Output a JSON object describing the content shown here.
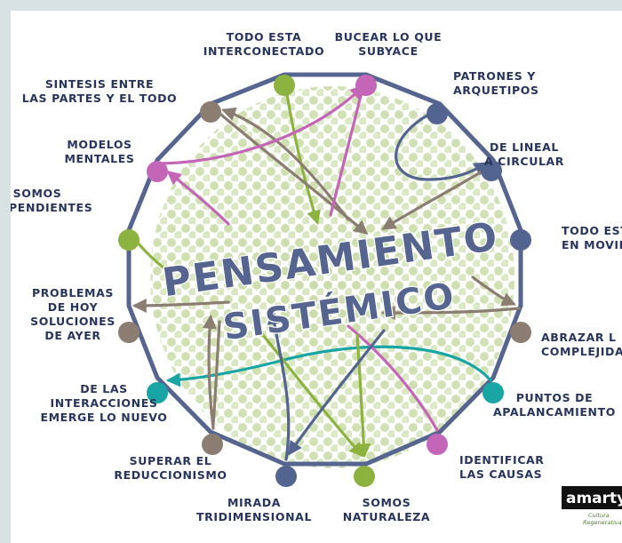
{
  "title": {
    "line1": "PENSAMIENTO",
    "line2": "SISTÉMICO"
  },
  "nodes": [
    {
      "id": "todo-esta-interconectado",
      "lines": [
        "TODO ESTA",
        "INTERCONECTADO"
      ],
      "color": "#8cb33f"
    },
    {
      "id": "bucear-lo-que-subyace",
      "lines": [
        "BUCEAR LO QUE",
        "SUBYACE"
      ],
      "color": "#c565b7"
    },
    {
      "id": "patrones-y-arquetipos",
      "lines": [
        "PATRONES Y",
        "ARQUETIPOS"
      ],
      "color": "#536490"
    },
    {
      "id": "de-lineal-a-circular",
      "lines": [
        "DE LINEAL",
        "A CIRCULAR"
      ],
      "color": "#536490"
    },
    {
      "id": "todo-esta-en-movimiento",
      "lines": [
        "TODO EST",
        "EN MOVIMIE"
      ],
      "color": "#536490"
    },
    {
      "id": "abrazar-la-complejidad",
      "lines": [
        "ABRAZAR L",
        "COMPLEJIDA"
      ],
      "color": "#8b7d72"
    },
    {
      "id": "puntos-de-apalancamiento",
      "lines": [
        "PUNTOS DE",
        "APALANCAMIENTO"
      ],
      "color": "#1aa5a5"
    },
    {
      "id": "identificar-las-causas",
      "lines": [
        "IDENTIFICAR",
        "LAS CAUSAS"
      ],
      "color": "#c565b7"
    },
    {
      "id": "somos-naturaleza",
      "lines": [
        "SOMOS",
        "NATURALEZA"
      ],
      "color": "#8cb33f"
    },
    {
      "id": "mirada-tridimensional",
      "lines": [
        "MIRADA",
        "TRIDIMENSIONAL"
      ],
      "color": "#536490"
    },
    {
      "id": "superar-el-reduccionismo",
      "lines": [
        "SUPERAR EL",
        "REDUCCIONISMO"
      ],
      "color": "#8b7d72"
    },
    {
      "id": "de-las-interacciones",
      "lines": [
        "DE LAS",
        "INTERACCIONES",
        "EMERGE LO NUEVO"
      ],
      "color": "#1aa5a5"
    },
    {
      "id": "problemas-de-hoy",
      "lines": [
        "PROBLEMAS",
        "DE HOY",
        "SOLUCIONES",
        "DE AYER"
      ],
      "color": "#8b7d72"
    },
    {
      "id": "somos-interdependientes",
      "lines": [
        "SOMOS",
        "RDEPENDIENTES"
      ],
      "color": "#8cb33f"
    },
    {
      "id": "modelos-mentales",
      "lines": [
        "MODELOS",
        "MENTALES"
      ],
      "color": "#c565b7"
    },
    {
      "id": "sintesis-entre-las-partes",
      "lines": [
        "SINTESIS ENTRE",
        "LAS PARTES Y EL TODO"
      ],
      "color": "#8b7d72"
    }
  ],
  "logo": {
    "text": "amarty",
    "sub1": "Cultura",
    "sub2": "Regenerativa"
  },
  "colors": {
    "polygon": "#56658f",
    "dots": "#c9dca8",
    "brown": "#8b7d72",
    "green": "#8cb33f",
    "pink": "#c565b7",
    "navy": "#536490",
    "teal": "#1aa5a5",
    "logo_bg": "#111111"
  }
}
